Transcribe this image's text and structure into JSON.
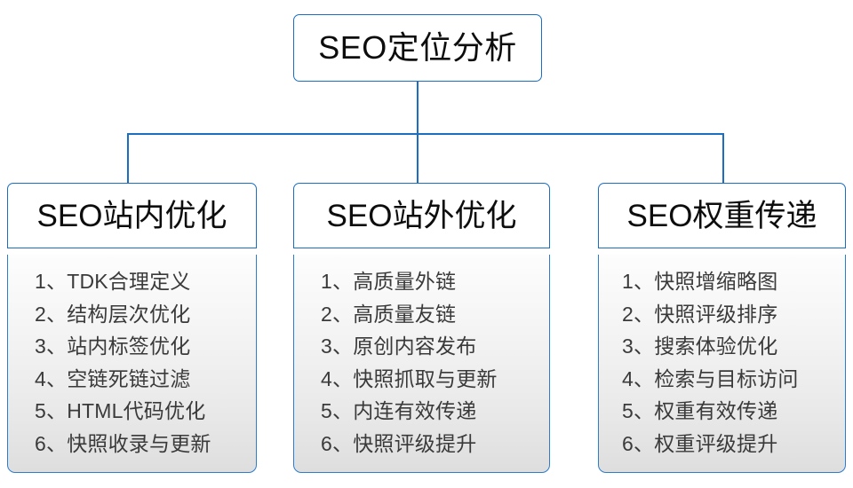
{
  "diagram": {
    "title": "SEO定位分析",
    "accent_color": "#1b6ec2",
    "root": {
      "label": "SEO定位分析"
    },
    "branches": [
      {
        "id": "on-site",
        "header": "SEO站内优化",
        "items": [
          "1、TDK合理定义",
          "2、结构层次优化",
          "3、站内标签优化",
          "4、空链死链过滤",
          "5、HTML代码优化",
          "6、快照收录与更新"
        ]
      },
      {
        "id": "off-site",
        "header": "SEO站外优化",
        "items": [
          "1、高质量外链",
          "2、高质量友链",
          "3、原创内容发布",
          "4、快照抓取与更新",
          "5、内连有效传递",
          "6、快照评级提升"
        ]
      },
      {
        "id": "weight-transfer",
        "header": "SEO权重传递",
        "items": [
          "1、快照增缩略图",
          "2、快照评级排序",
          "3、搜索体验优化",
          "4、检索与目标访问",
          "5、权重有效传递",
          "6、权重评级提升"
        ]
      }
    ]
  }
}
